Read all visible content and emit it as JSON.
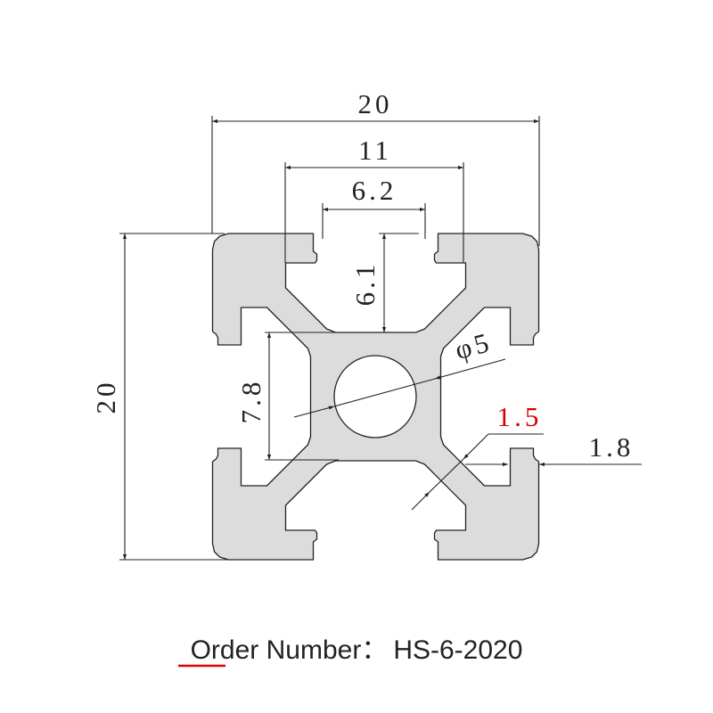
{
  "drawing": {
    "dimensions": {
      "overall_width": "20",
      "slot_outer_width": "11",
      "slot_opening": "6.2",
      "slot_depth": "6.1",
      "overall_height": "20",
      "core_height": "7.8",
      "bore_diameter": "φ5",
      "wall_thickness": "1.5",
      "lip_thickness": "1.8"
    },
    "colors": {
      "profile_fill": "#dcdcdc",
      "highlight": "#d40000"
    }
  },
  "caption": {
    "label": "Order Number：",
    "value": "HS-6-2020"
  }
}
